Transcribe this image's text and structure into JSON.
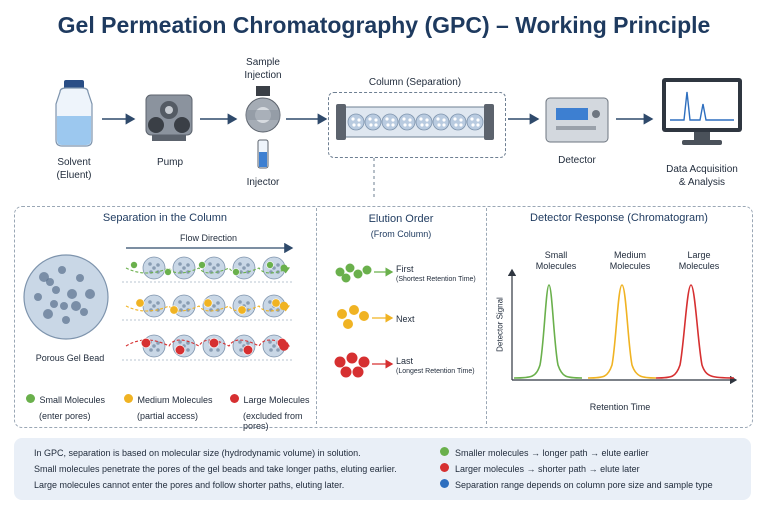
{
  "title": "Gel Permeation Chromatography (GPC) – Working Principle",
  "top": {
    "solvent": [
      "Solvent",
      "(Eluent)"
    ],
    "pump": "Pump",
    "sample_injection": [
      "Sample",
      "Injection"
    ],
    "injector": "Injector",
    "column": "Column (Separation)",
    "detector": "Detector",
    "data": [
      "Data Acquisition",
      "& Analysis"
    ]
  },
  "separation": {
    "title": "Separation in the Column",
    "flow": "Flow Direction",
    "bead": "Porous Gel Bead",
    "legend": [
      {
        "name": "Small Molecules",
        "note": "(enter pores)",
        "color": "#6ab04c"
      },
      {
        "name": "Medium Molecules",
        "note": "(partial access)",
        "color": "#f0b323"
      },
      {
        "name": "Large Molecules",
        "note": "(excluded from pores)",
        "color": "#d63031"
      }
    ]
  },
  "elution": {
    "title": [
      "Elution Order",
      "(From Column)"
    ],
    "first": "First",
    "first_note": "(Shortest Retention Time)",
    "next": "Next",
    "last": "Last",
    "last_note": "(Longest Retention Time)"
  },
  "detector_panel": {
    "title": "Detector Response (Chromatogram)",
    "peaks": [
      {
        "label": [
          "Small",
          "Molecules"
        ],
        "color": "#6ab04c"
      },
      {
        "label": [
          "Medium",
          "Molecules"
        ],
        "color": "#f0b323"
      },
      {
        "label": [
          "Large",
          "Molecules"
        ],
        "color": "#d63031"
      }
    ],
    "ylabel": "Detector Signal",
    "xlabel": "Retention Time"
  },
  "notes": {
    "left": [
      "In GPC, separation is based on molecular size (hydrodynamic volume) in solution.",
      "Small molecules penetrate the pores of the gel beads and take longer paths, eluting earlier.",
      "Large molecules cannot enter the pores and follow shorter paths, eluting later."
    ],
    "right": [
      {
        "text": "Smaller molecules → longer path → elute earlier",
        "color": "#6ab04c"
      },
      {
        "text": "Larger molecules → shorter path → elute later",
        "color": "#d63031"
      },
      {
        "text": "Separation range depends on column pore size and sample type",
        "color": "#2e6fbf"
      }
    ]
  }
}
